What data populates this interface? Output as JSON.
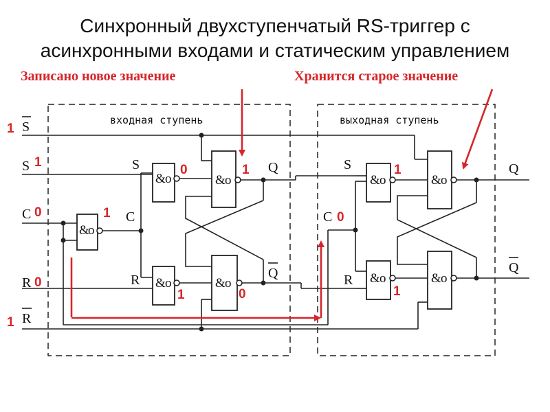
{
  "title": {
    "line1": "Синхронный двухступенчатый RS-триггер с",
    "line2": "асинхронными входами и статическим управлением"
  },
  "annotations": {
    "left": "Записано новое значение",
    "right": "Хранится старое значение"
  },
  "stages": {
    "input": "входная ступень",
    "output": "выходная ступень"
  },
  "gate_symbol": "&",
  "inputs": {
    "s_bar": "S",
    "s": "S",
    "c": "C",
    "r": "R",
    "r_bar": "R"
  },
  "inner_labels": {
    "s1": "S",
    "c1": "C",
    "r1": "R",
    "q1": "Q",
    "q1_bar": "Q",
    "s2": "S",
    "c2": "C",
    "r2": "R",
    "q2": "Q",
    "q2_bar": "Q"
  },
  "logic_values": {
    "s_bar": "1",
    "s": "1",
    "c": "0",
    "r": "0",
    "r_bar": "1",
    "c_inverter": "1",
    "master_s_gate": "0",
    "master_r_gate": "1",
    "master_q": "1",
    "master_q_bar": "0",
    "slave_c": "0",
    "slave_s_gate": "1",
    "slave_r_gate": "1"
  },
  "colors": {
    "annotation": "#d6262a",
    "wire": "#222222"
  }
}
